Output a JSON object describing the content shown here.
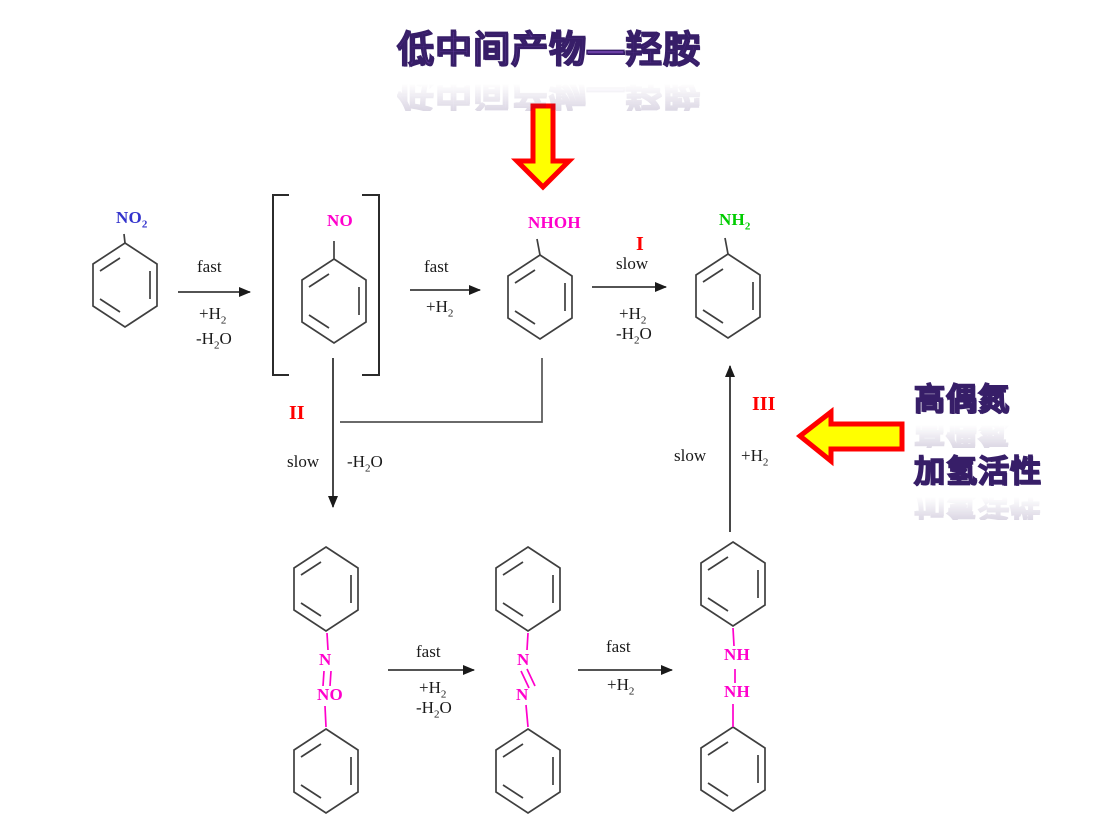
{
  "slide": {
    "title": "低中间产物—羟胺",
    "callout_line1": "高偶氮",
    "callout_line2": "加氢活性"
  },
  "colors": {
    "nitro_blue": "#3333cc",
    "magenta": "#ff00cc",
    "amine_green": "#00cc00",
    "step_red": "#ff0000",
    "title_purple": "#6b3fa6",
    "arrow_fill": "#ffff00",
    "arrow_border": "#ff0000",
    "bond_gray": "#3f3f3f",
    "text_black": "#1a1a1a"
  },
  "molecules": {
    "nitrobenzene": {
      "label": "NO",
      "label_sub": "2"
    },
    "nitrosobenzene": {
      "label": "NO"
    },
    "phenylhydroxylamine": {
      "label": "NHOH"
    },
    "aniline": {
      "label": "NH",
      "label_sub": "2"
    },
    "azoxybenzene": {
      "n_top": "N",
      "n_bottom": "N",
      "o": "O"
    },
    "azobenzene": {
      "n_top": "N",
      "n_bottom": "N"
    },
    "hydrazobenzene": {
      "nh_top": "NH",
      "nh_bottom": "NH"
    }
  },
  "steps": {
    "s1": {
      "rate": "fast",
      "add": "+H",
      "add_sub": "2",
      "loss": "-H",
      "loss_sub": "2",
      "loss_tail": "O"
    },
    "s2": {
      "rate": "fast",
      "add": "+H",
      "add_sub": "2"
    },
    "s3": {
      "num": "I",
      "rate": "slow",
      "add": "+H",
      "add_sub": "2",
      "loss": "-H",
      "loss_sub": "2",
      "loss_tail": "O"
    },
    "s4": {
      "num": "II",
      "rate": "slow",
      "loss": "-H",
      "loss_sub": "2",
      "loss_tail": "O"
    },
    "s5": {
      "num": "III",
      "rate": "slow",
      "add": "+H",
      "add_sub": "2"
    },
    "s6": {
      "rate": "fast",
      "add": "+H",
      "add_sub": "2",
      "loss": "-H",
      "loss_sub": "2",
      "loss_tail": "O"
    },
    "s7": {
      "rate": "fast",
      "add": "+H",
      "add_sub": "2"
    }
  }
}
